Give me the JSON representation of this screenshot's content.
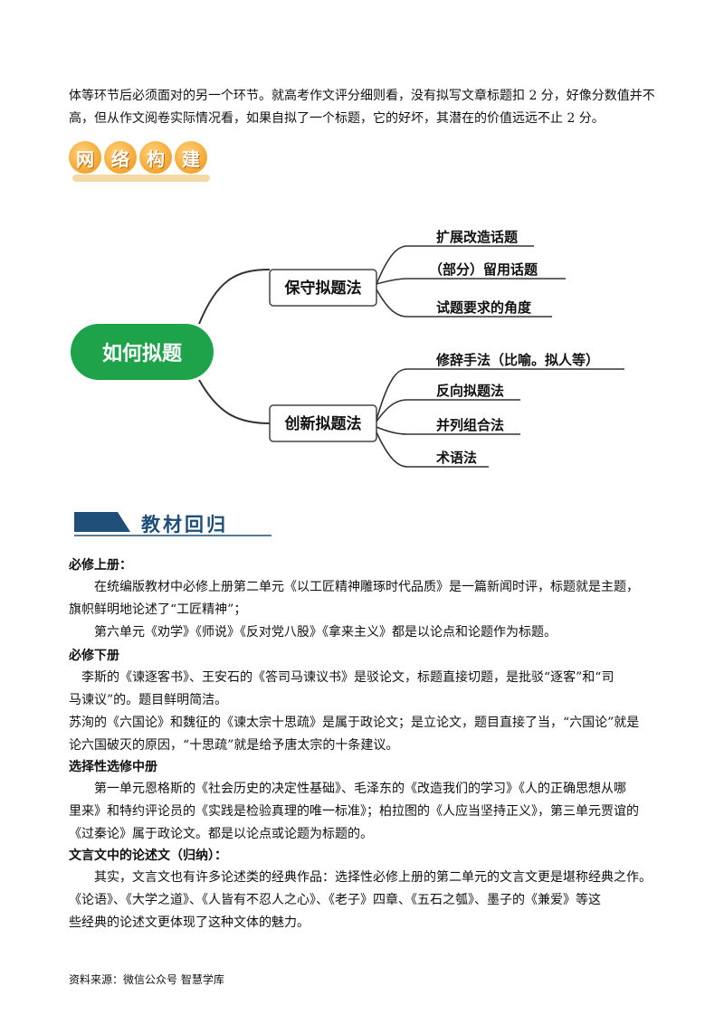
{
  "intro": {
    "line1": "体等环节后必须面对的另一个环节。就高考作文评分细则看，没有拟写文章标题扣 2 分，好像分数值并不",
    "line2": "高，但从作文阅卷实际情况看，如果自拟了一个标题，它的好坏，其潜在的价值远远不止 2 分。"
  },
  "banner": {
    "chars": [
      "网",
      "络",
      "构",
      "建"
    ]
  },
  "mindmap": {
    "root": "如何拟题",
    "branches": [
      {
        "label": "保守拟题法",
        "leaves": [
          "扩展改造话题",
          "（部分）留用话题",
          "试题要求的角度"
        ]
      },
      {
        "label": "创新拟题法",
        "leaves": [
          "修辞手法（比喻。拟人等）",
          "反向拟题法",
          "并列组合法",
          "术语法"
        ]
      }
    ],
    "colors": {
      "root": "#1fa34a",
      "line": "#333333"
    }
  },
  "section": {
    "title": "教材回归",
    "color": "#1f4e79"
  },
  "content": {
    "h1": "必修上册：",
    "p1a": "在统编版教材中必修上册第二单元《以工匠精神雕琢时代品质》是一篇新闻时评，标题就是主题，",
    "p1b": "旗帜鲜明地论述了“工匠精神”；",
    "p2": "第六单元《劝学》《师说》《反对党八股》《拿来主义》都是以论点和论题作为标题。",
    "h2": "必修下册",
    "p3a": "李斯的《谏逐客书》、王安石的《答司马谏议书》是驳论文，标题直接切题，是批驳“逐客”和“司",
    "p3b": "马谏议”的。题目鲜明简洁。",
    "p4a": "苏洵的《六国论》和魏征的《谏太宗十思疏》是属于政论文；是立论文，题目直接了当，“六国论”就是",
    "p4b": "论六国破灭的原因，“十思疏”就是给予唐太宗的十条建议。",
    "h3": "选择性选修中册",
    "p5a": "第一单元恩格斯的《社会历史的决定性基础》、毛泽东的《改造我们的学习》《人的正确思想从哪",
    "p5b": "里来》和特约评论员的《实践是检验真理的唯一标准》；柏拉图的《人应当坚持正义》，第三单元贾谊的",
    "p5c": "《过秦论》属于政论文。都是以论点或论题为标题的。",
    "h4": "文言文中的论述文（归纳）：",
    "p6a": "其实，文言文也有许多论述类的经典作品：选择性必修上册的第二单元的文言文更是堪称经典之作。",
    "p6b": "《论语》、《大学之道》、《人皆有不忍人之心》、《老子》四章、《五石之瓠》、墨子的《兼爱》等这",
    "p6c": "些经典的论述文更体现了这种文体的魅力。"
  },
  "footer": {
    "text": "资料来源：微信公众号  智慧学库"
  }
}
